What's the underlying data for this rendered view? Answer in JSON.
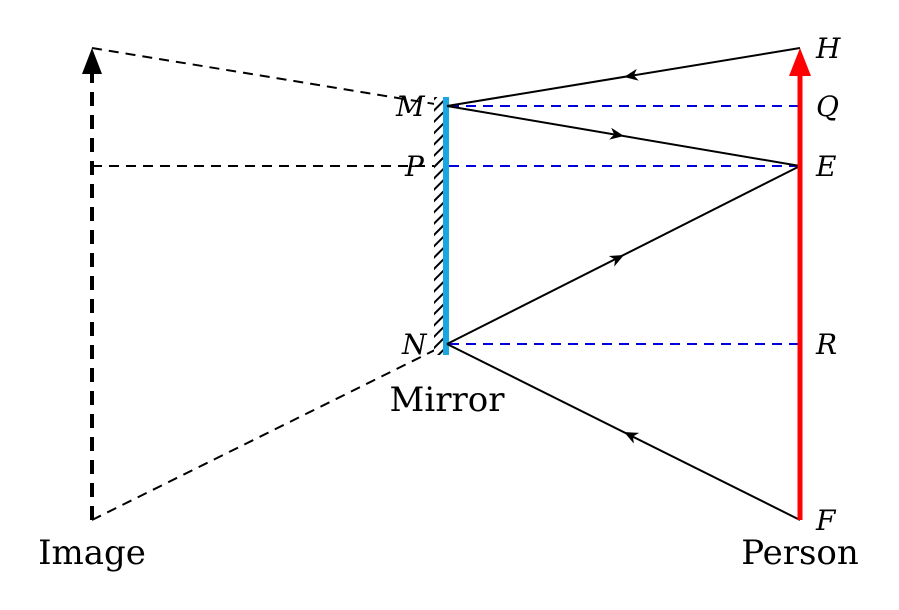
{
  "labels": {
    "H": "H",
    "Q": "Q",
    "E": "E",
    "R": "R",
    "F": "F",
    "M": "M",
    "P": "P",
    "N": "N"
  },
  "captions": {
    "mirror": "Mirror",
    "image": "Image",
    "person": "Person"
  },
  "colors": {
    "person_arrow": "#ff0000",
    "mirror_surface": "#1aa6e0",
    "construction_lines": "#0000dd",
    "rays": "#000000"
  }
}
